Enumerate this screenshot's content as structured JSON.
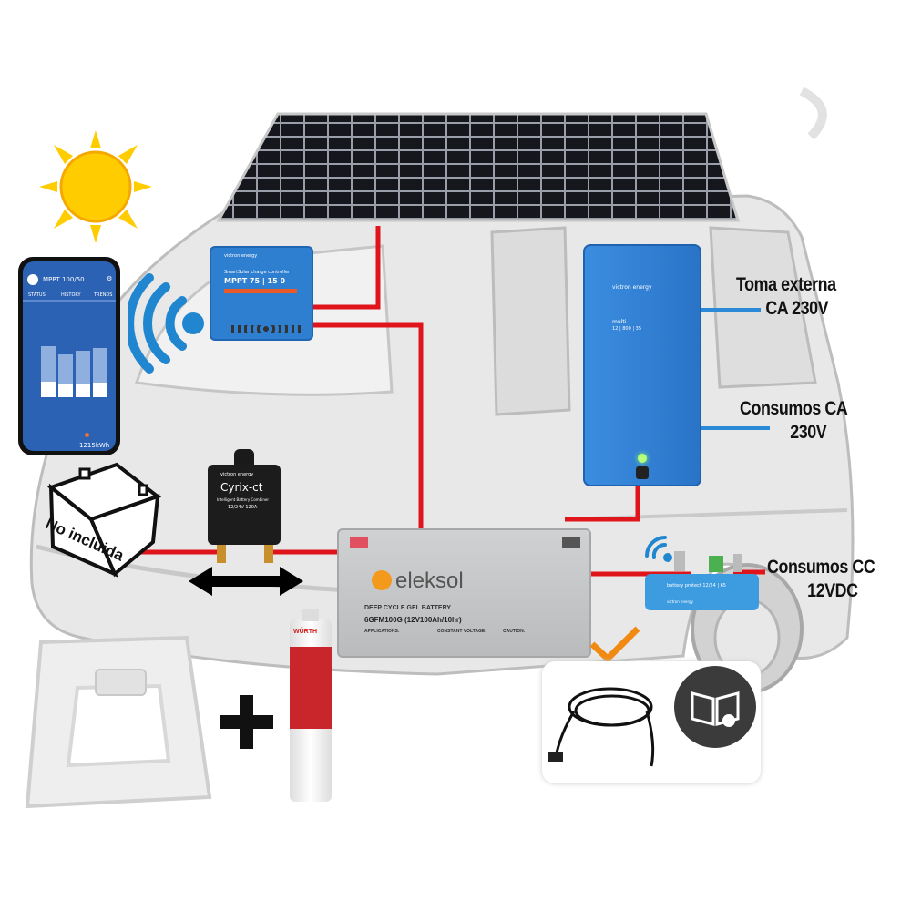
{
  "labels": {
    "toma_externa_line1": "Toma externa",
    "toma_externa_line2": "CA 230V",
    "consumos_ca_line1": "Consumos CA",
    "consumos_ca_line2": "230V",
    "consumos_cc_line1": "Consumos CC",
    "consumos_cc_line2": "12VDC",
    "no_incluida": "No incluida"
  },
  "phone": {
    "title": "MPPT 100/50",
    "tabs": [
      "STATUS",
      "HISTORY",
      "TRENDS"
    ],
    "total": "1215kWh"
  },
  "mppt": {
    "brand": "victron energy",
    "subtitle": "SmartSolar charge controller",
    "model": "MPPT 75 | 15 0"
  },
  "cyrix": {
    "brand": "victron energy",
    "model": "Cyrix-ct",
    "subtitle": "Intelligent Battery Combiner",
    "rating": "12/24V-120A"
  },
  "inverter": {
    "brand": "victron energy",
    "model": "multi",
    "rating": "12 | 800 | 35"
  },
  "battery": {
    "brand": "eleksol",
    "type": "DEEP CYCLE GEL BATTERY",
    "model": "6GFM100G (12V100Ah/10hr)",
    "applications": "APPLICATIONS:",
    "constant_voltage": "CONSTANT VOLTAGE:",
    "caution": "CAUTION:"
  },
  "battery_protect": {
    "label": "battery protect 12/24 | 65",
    "brand": "victron energy"
  },
  "sealant": {
    "brand": "WÜRTH"
  },
  "colors": {
    "wire_red": "#e0141b",
    "wire_blue": "#2a8ad8",
    "victron_blue": "#2f7fd0",
    "check_orange": "#f08a12",
    "van_grey": "#e6e6e6"
  }
}
